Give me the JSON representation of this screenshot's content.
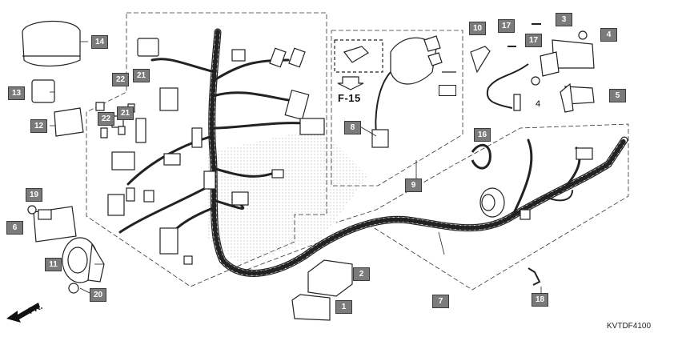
{
  "diagram": {
    "code": "KVTDF4100",
    "reference": "F-15",
    "front_label": "FR.",
    "callouts": [
      {
        "id": "c14",
        "label": "14"
      },
      {
        "id": "c13",
        "label": "13"
      },
      {
        "id": "c12",
        "label": "12"
      },
      {
        "id": "c22a",
        "label": "22"
      },
      {
        "id": "c21a",
        "label": "21"
      },
      {
        "id": "c22b",
        "label": "22"
      },
      {
        "id": "c21b",
        "label": "21"
      },
      {
        "id": "c19",
        "label": "19"
      },
      {
        "id": "c6",
        "label": "6"
      },
      {
        "id": "c11",
        "label": "11"
      },
      {
        "id": "c20",
        "label": "20"
      },
      {
        "id": "c2",
        "label": "2"
      },
      {
        "id": "c1",
        "label": "1"
      },
      {
        "id": "c7",
        "label": "7"
      },
      {
        "id": "c8",
        "label": "8"
      },
      {
        "id": "c9",
        "label": "9"
      },
      {
        "id": "c10",
        "label": "10"
      },
      {
        "id": "c17a",
        "label": "17"
      },
      {
        "id": "c17b",
        "label": "17"
      },
      {
        "id": "c3",
        "label": "3"
      },
      {
        "id": "c4box",
        "label": "4"
      },
      {
        "id": "c5",
        "label": "5"
      },
      {
        "id": "c16",
        "label": "16"
      },
      {
        "id": "c18",
        "label": "18"
      }
    ],
    "plain_labels": [
      {
        "id": "p4",
        "label": "4"
      }
    ]
  }
}
